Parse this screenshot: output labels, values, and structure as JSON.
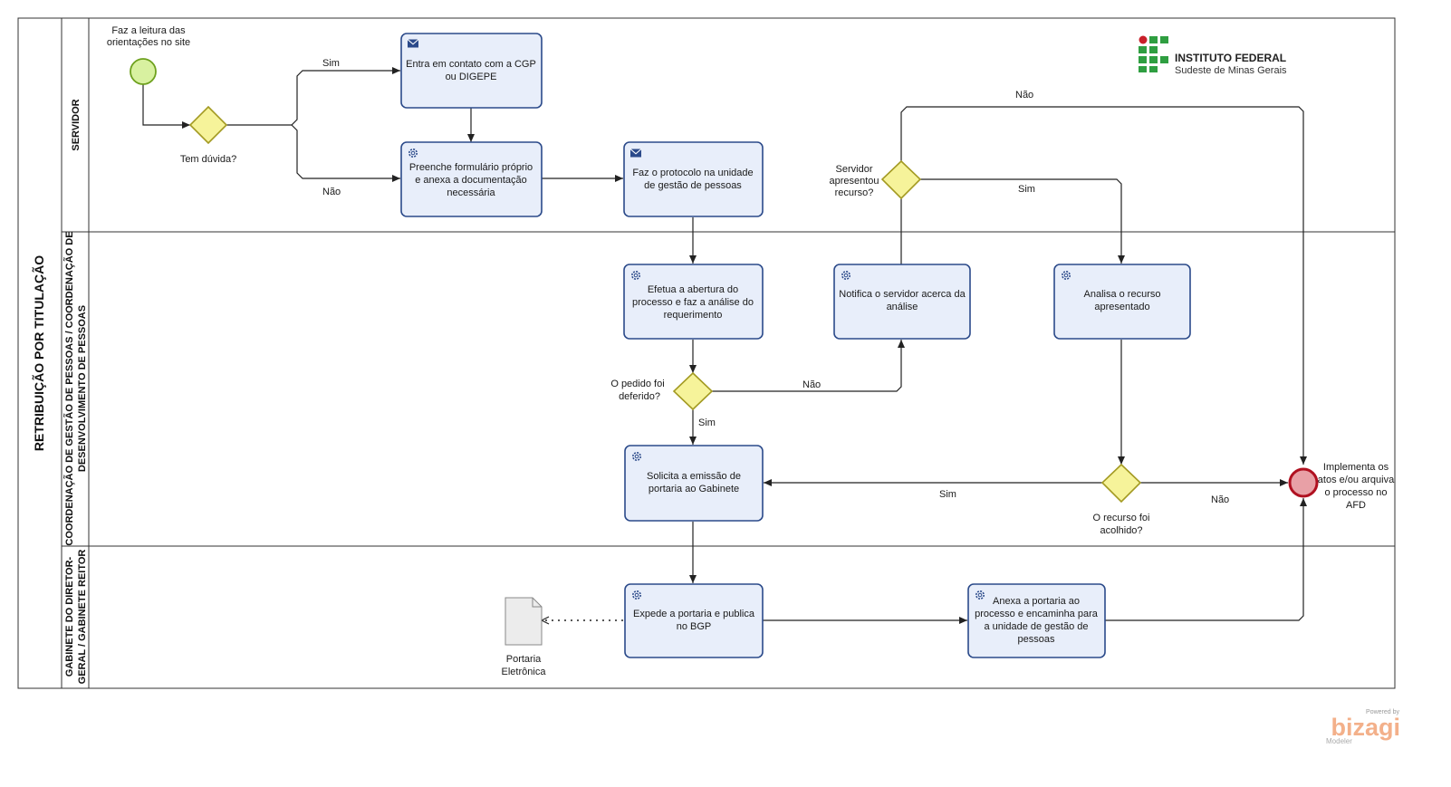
{
  "pool": {
    "title": "RETRIBUIÇÃO POR TITULAÇÃO"
  },
  "lanes": {
    "servidor": "SERVIDOR",
    "cgp_line1": "COORDENAÇÃO DE GESTÃO DE PESSOAS / COORDENAÇÃO DE",
    "cgp_line2": "DESENVOLVIMENTO DE PESSOAS",
    "gab_line1": "GABINETE DO DIRETOR-",
    "gab_line2": "GERAL / GABINETE REITOR"
  },
  "logo": {
    "line1": "INSTITUTO FEDERAL",
    "line2": "Sudeste de Minas Gerais"
  },
  "start_event": {
    "line1": "Faz a leitura das",
    "line2": "orientações no site"
  },
  "tasks": {
    "contato": {
      "line1": "Entra em contato com a CGP",
      "line2": "ou DIGEPE"
    },
    "formulario": {
      "line1": "Preenche formulário próprio",
      "line2": "e anexa a documentação",
      "line3": "necessária"
    },
    "protocolo": {
      "line1": "Faz o protocolo na unidade",
      "line2": "de gestão de pessoas"
    },
    "abertura": {
      "line1": "Efetua a abertura do",
      "line2": "processo e faz a análise do",
      "line3": "requerimento"
    },
    "notifica": {
      "line1": "Notifica o servidor acerca da",
      "line2": "análise"
    },
    "analisa": {
      "line1": "Analisa o recurso",
      "line2": "apresentado"
    },
    "solicita": {
      "line1": "Solicita a emissão de",
      "line2": "portaria ao Gabinete"
    },
    "expede": {
      "line1": "Expede a portaria e publica",
      "line2": "no BGP"
    },
    "anexa": {
      "line1": "Anexa a portaria ao",
      "line2": "processo e encaminha para",
      "line3": "a unidade de gestão de",
      "line4": "pessoas"
    }
  },
  "gateways": {
    "duvida": "Tem dúvida?",
    "recurso": {
      "line1": "Servidor",
      "line2": "apresentou",
      "line3": "recurso?"
    },
    "deferido": {
      "line1": "O pedido foi",
      "line2": "deferido?"
    },
    "acolhido": {
      "line1": "O recurso foi",
      "line2": "acolhido?"
    }
  },
  "flow_labels": {
    "sim": "Sim",
    "nao": "Não"
  },
  "end_event": {
    "line1": "Implementa os",
    "line2": "atos e/ou arquiva",
    "line3": "o processo no",
    "line4": "AFD"
  },
  "artifact": {
    "line1": "Portaria",
    "line2": "Eletrônica"
  },
  "watermark": {
    "powered": "Powered by",
    "brand": "bizagi",
    "product": "Modeler"
  }
}
